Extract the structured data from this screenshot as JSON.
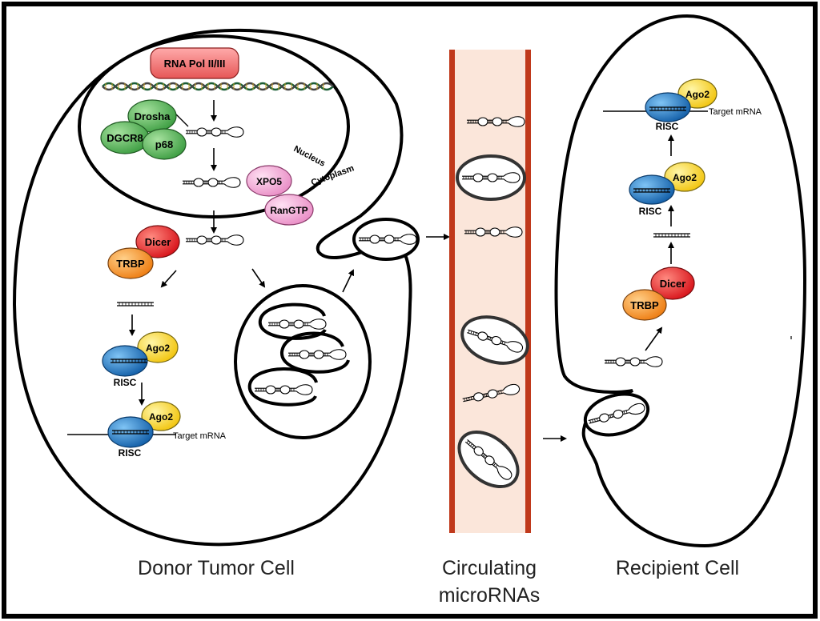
{
  "labels": {
    "rna_pol": "RNA Pol II/III",
    "drosha": "Drosha",
    "dgcr8": "DGCR8",
    "p68": "p68",
    "nucleus": "Nucleus",
    "cytoplasm": "Cytoplasm",
    "xpo5": "XPO5",
    "rangtp": "RanGTP",
    "dicer": "Dicer",
    "trbp": "TRBP",
    "ago2": "Ago2",
    "risc": "RISC",
    "target_mrna": "Target mRNA"
  },
  "captions": {
    "donor": "Donor Tumor Cell",
    "circulating_line1": "Circulating",
    "circulating_line2": "microRNAs",
    "recipient": "Recipient Cell"
  },
  "colors": {
    "rna_pol": "#f07a7a",
    "drosha_complex": "#6cc46c",
    "export": "#f4a9d6",
    "dicer": "#e81f24",
    "trbp": "#f59024",
    "ago2": "#f7dd2a",
    "risc": "#1f7fc8",
    "vessel_wall": "#c0391b",
    "vessel_fill": "#fbe6da",
    "dna_strand": "#2a7a4a"
  }
}
